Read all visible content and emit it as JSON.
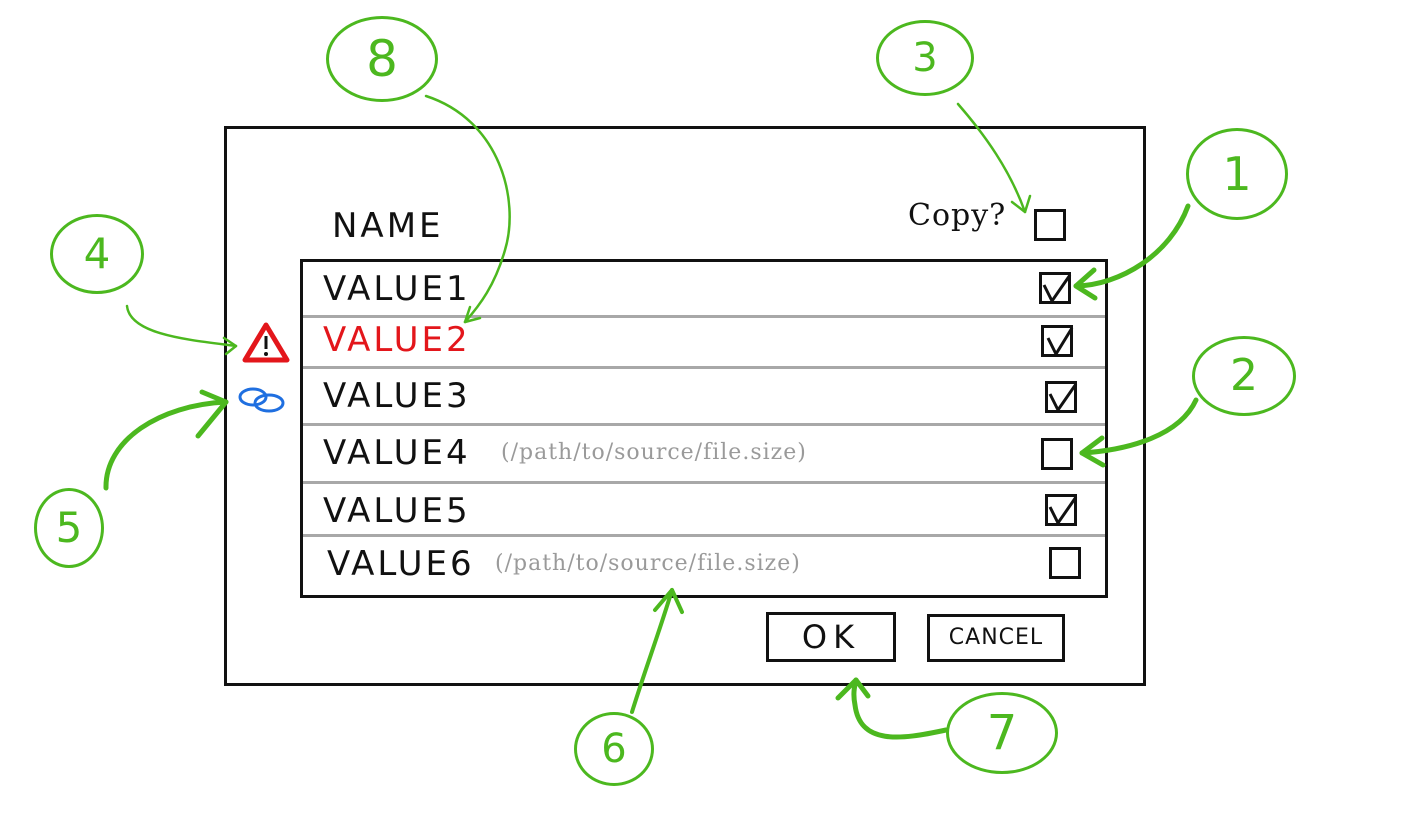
{
  "dialog": {
    "name_header": "NAME",
    "copy_label": "Copy?",
    "rows": [
      {
        "value": "VALUE1",
        "path": "",
        "checked": true,
        "error": false
      },
      {
        "value": "VALUE2",
        "path": "",
        "checked": true,
        "error": true
      },
      {
        "value": "VALUE3",
        "path": "",
        "checked": true,
        "error": false
      },
      {
        "value": "VALUE4",
        "path": "(/path/to/source/file.size)",
        "checked": false,
        "error": false
      },
      {
        "value": "VALUE5",
        "path": "",
        "checked": true,
        "error": false
      },
      {
        "value": "VALUE6",
        "path": "(/path/to/source/file.size)",
        "checked": false,
        "error": false
      }
    ],
    "ok_label": "OK",
    "cancel_label": "CANCEL"
  },
  "callouts": [
    "1",
    "2",
    "3",
    "4",
    "5",
    "6",
    "7",
    "8"
  ],
  "colors": {
    "annotation": "#4cb81f",
    "error": "#e3161b",
    "link": "#1f6fe0",
    "path_text": "#9a9a9a",
    "separator": "#a8a8a8"
  },
  "icons": {
    "warning": "warning-triangle-icon",
    "link": "link-chain-icon",
    "check": "checkmark-icon"
  }
}
